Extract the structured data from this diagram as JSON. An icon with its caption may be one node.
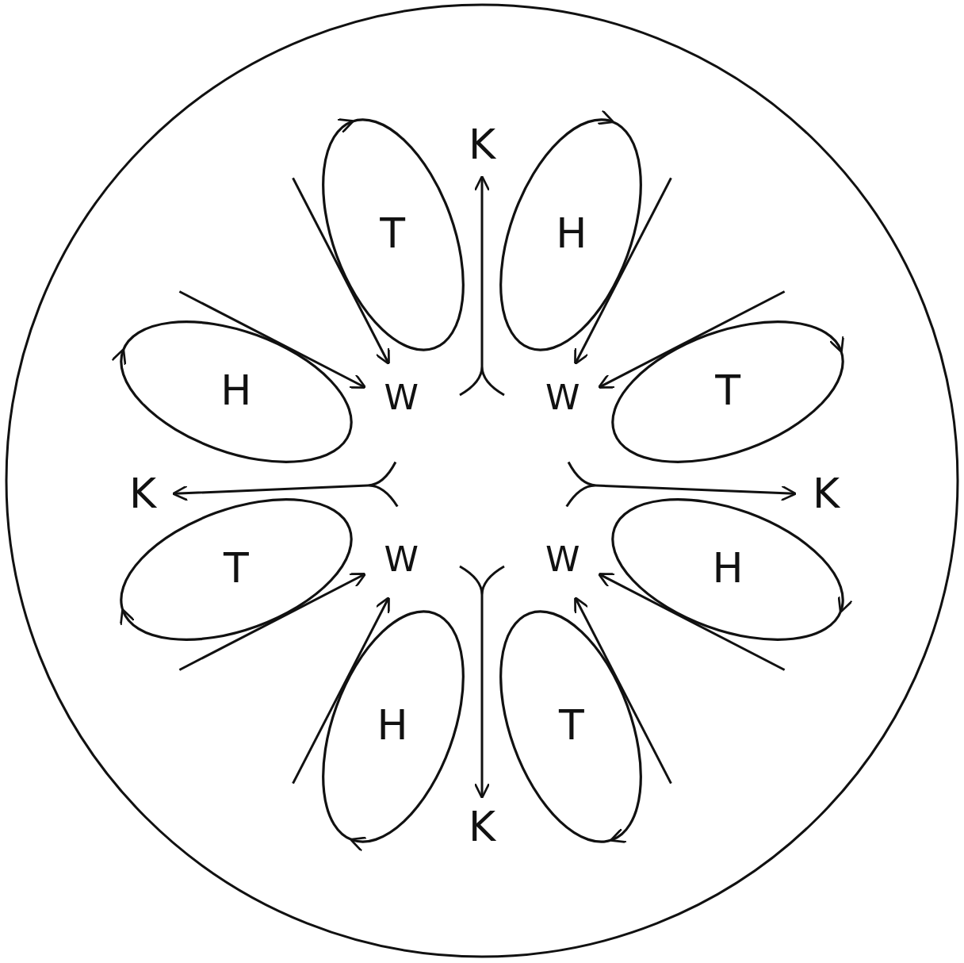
{
  "diagram": {
    "nodes": [
      {
        "text": [],
        "shape": "circle"
      },
      {
        "text": [
          "K"
        ],
        "in": 0
      },
      {
        "text": [
          "T"
        ],
        "in": 0
      },
      {
        "text": [
          "H"
        ],
        "in": 0
      },
      {
        "text": [
          "H"
        ],
        "in": 0
      },
      {
        "text": [
          "T"
        ],
        "in": 0
      },
      {
        "text": [
          "K"
        ],
        "in": 0
      },
      {
        "text": [
          "K"
        ],
        "in": 0
      },
      {
        "text": [
          "T"
        ],
        "in": 0
      },
      {
        "text": [
          "H"
        ],
        "in": 0
      },
      {
        "text": [
          "H"
        ],
        "in": 0
      },
      {
        "text": [
          "T"
        ],
        "in": 0
      },
      {
        "text": [
          "K"
        ],
        "in": 0
      }
    ],
    "edges": [
      {
        "from": null,
        "to": 1,
        "arrow": "to"
      },
      {
        "from": null,
        "to": 6,
        "arrow": "to"
      },
      {
        "from": null,
        "to": 7,
        "arrow": "to"
      },
      {
        "from": null,
        "to": 12,
        "arrow": "to"
      }
    ],
    "labels": [
      "W",
      "W",
      "W",
      "W"
    ]
  }
}
